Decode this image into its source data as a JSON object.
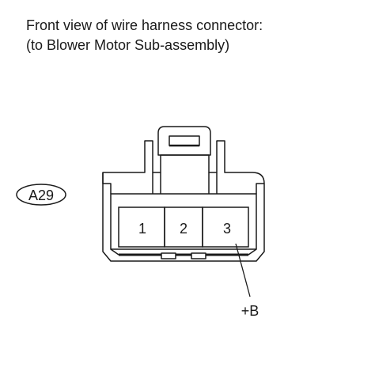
{
  "header": {
    "line1": "Front view of wire harness connector:",
    "line2": "(to Blower Motor Sub-assembly)"
  },
  "connector": {
    "code": "A29",
    "pins": [
      "1",
      "2",
      "3"
    ],
    "terminal_label": "+B"
  }
}
